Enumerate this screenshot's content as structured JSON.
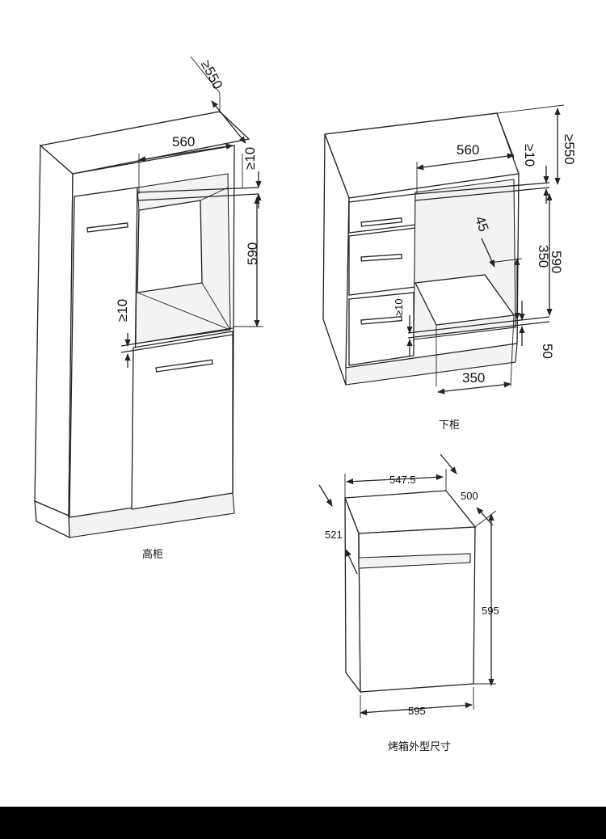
{
  "figures": {
    "tall_cabinet": {
      "caption": "高柜",
      "dims": {
        "depth": "≥550",
        "width": "560",
        "gap_top": "≥10",
        "height": "590",
        "gap_bottom": "≥10"
      }
    },
    "base_cabinet": {
      "caption": "下柜",
      "dims": {
        "width": "560",
        "gap_top": "≥10",
        "depth": "≥550",
        "angle": "45",
        "height": "590",
        "shelf": "350",
        "gap_bottom": "≥10",
        "plinth": "50",
        "bottom_width": "350"
      }
    },
    "oven": {
      "caption": "烤箱外型尺寸",
      "dims": {
        "top_width": "547.5",
        "depth_right": "500",
        "depth_left": "521",
        "height": "595",
        "width": "595"
      }
    }
  },
  "colors": {
    "line": "#222222",
    "background": "#ffffff",
    "footer": "#000000"
  }
}
